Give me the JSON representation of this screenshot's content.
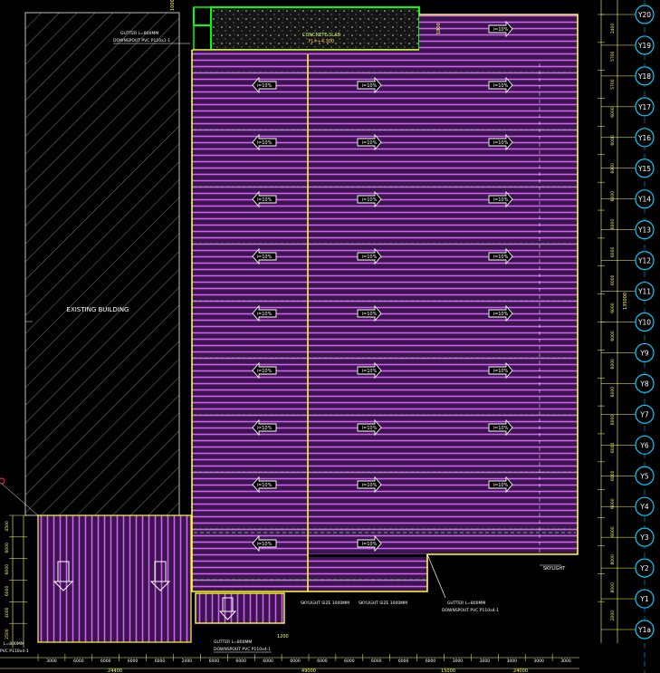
{
  "drawing": {
    "existing_building_label": "EXISTING BUILDING",
    "concrete_slab_label": "CONCRETE SLAB",
    "concrete_slab_level": "FL=+4.300",
    "skylight_label": "SKYLIGHT",
    "gutter_top": {
      "line1": "GUTTER L=800MM",
      "line2": "DOWNSPOUT PVC P110x1-1"
    },
    "gutter_bottom": {
      "line1": "GUTTER L=800MM",
      "line2": "DOWNSPOUT PVC P110x4-1"
    },
    "gutter_right": {
      "line1": "GUTTER L=800MM",
      "line2": "DOWNSPOUT PVC P110x4-1"
    },
    "gutter_left": {
      "line1": "L=800MM",
      "line2": "PVC P110x4-1"
    },
    "skylight_size_1": "SKYLIGHT SIZE 1000MM",
    "skylight_size_2": "SKYLIGHT SIZE 1000MM",
    "slope_left": "i=10%",
    "slope_right": "i=10%",
    "dim_tag_top": "1000",
    "dim_tag_bottom": "1200",
    "dim_tag_right_vertical": "1800",
    "total_height_dim": "135000"
  },
  "grid_axes": [
    "Y20",
    "Y19",
    "Y18",
    "Y17",
    "Y16",
    "Y15",
    "Y14",
    "Y13",
    "Y12",
    "Y11",
    "Y10",
    "Y9",
    "Y8",
    "Y7",
    "Y6",
    "Y5",
    "Y4",
    "Y3",
    "Y2",
    "Y1",
    "Y1a"
  ],
  "right_dims": [
    "2400",
    "5700",
    "5700",
    "6000",
    "6000",
    "6000",
    "6000",
    "6000",
    "6000",
    "6000",
    "6000",
    "6000",
    "6000",
    "6000",
    "6000",
    "6000",
    "6000",
    "6000",
    "6000",
    "8000",
    "8000",
    "2000"
  ],
  "bottom_dims": [
    "3000",
    "6000",
    "6000",
    "6000",
    "6000",
    "2400",
    "6000",
    "6000",
    "6000",
    "6000",
    "6000",
    "6000",
    "6000",
    "6000",
    "6000",
    "3000",
    "3000",
    "3000",
    "3000",
    "3000"
  ],
  "bottom_totals": [
    "24400",
    "49000",
    "15000",
    "24000"
  ],
  "left_dims": [
    "4500",
    "6000",
    "6000",
    "6000",
    "4000",
    "2500"
  ],
  "colors": {
    "roof_fill": "#4a1a63",
    "stripe": "#d060f0",
    "panel_outline": "#ffff33",
    "concrete_outline": "#00ff00",
    "axis_bubble": "#00d0ff",
    "dim_line": "#ffff66",
    "arrow": "#ffffff"
  }
}
